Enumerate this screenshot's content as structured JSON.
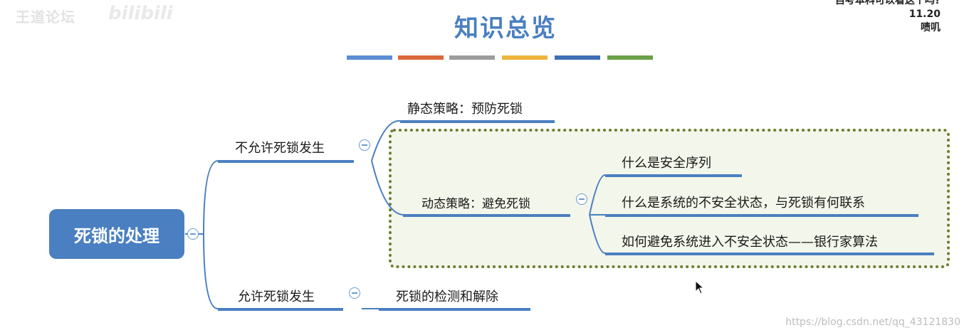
{
  "watermark": {
    "left_text": "王道论坛",
    "logo_text": "bilibili"
  },
  "comment": {
    "line1": "自考本科可以看这个吗?",
    "line2": "11.20",
    "line3": "啧叽"
  },
  "title": "知识总览",
  "color_bars": [
    "#5b8ed2",
    "#d96a3a",
    "#9c9c9c",
    "#eeb43c",
    "#3f6fb5",
    "#6aa046"
  ],
  "mindmap": {
    "root": "死锁的处理",
    "not_allow": {
      "label": "不允许死锁发生",
      "static": "静态策略：预防死锁",
      "dynamic": {
        "label": "动态策略：避免死锁",
        "items": [
          "什么是安全序列",
          "什么是系统的不安全状态，与死锁有何联系",
          "如何避免系统进入不安全状态——银行家算法"
        ]
      }
    },
    "allow": {
      "label": "允许死锁发生",
      "child": "死锁的检测和解除"
    }
  },
  "colors": {
    "line_blue": "#4a7fc1",
    "node_blue": "#4a7fc1",
    "dashed_border": "#6b7b30",
    "dashed_fill": "#f3f6ea",
    "title_blue": "#4a7fc1"
  },
  "url": "https://blog.csdn.net/qq_43121830"
}
